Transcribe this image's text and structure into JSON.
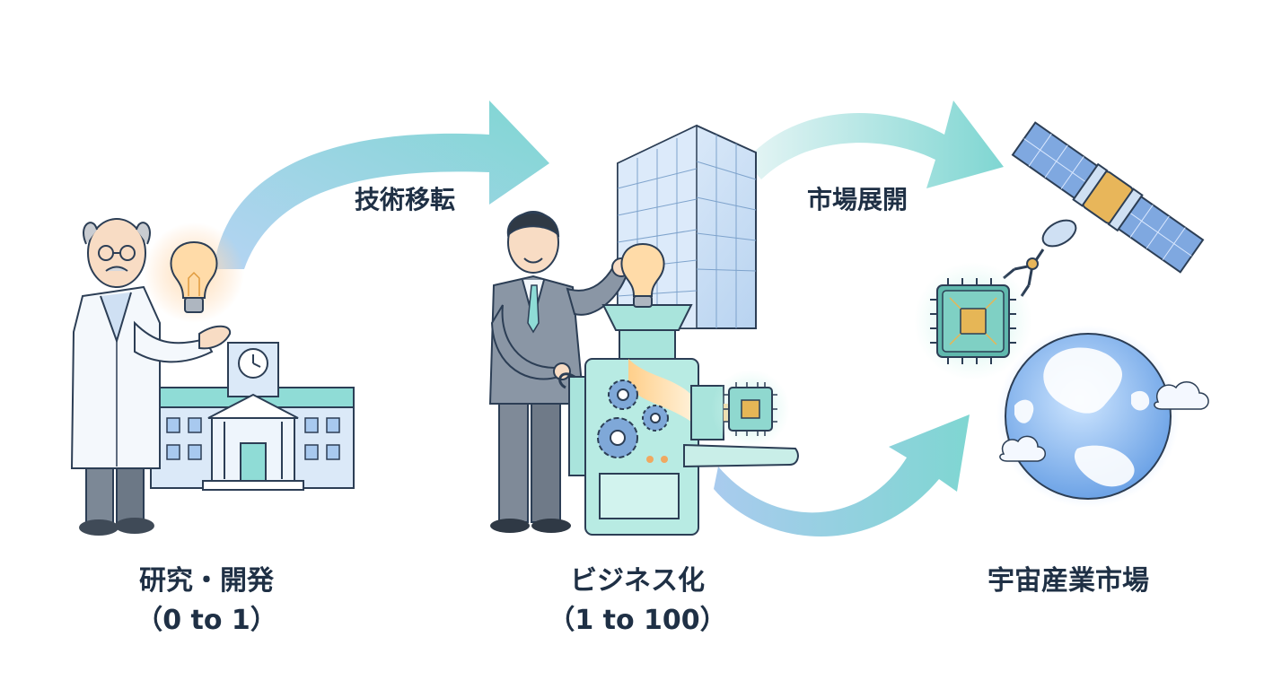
{
  "stages": [
    {
      "title": "研究・開発",
      "subtitle": "（0 to 1）"
    },
    {
      "title": "ビジネス化",
      "subtitle": "（1 to 100）"
    },
    {
      "title": "宇宙産業市場",
      "subtitle": ""
    }
  ],
  "arrows": [
    {
      "label": "技術移転"
    },
    {
      "label": "市場展開"
    }
  ],
  "icons": [
    "scientist-icon",
    "lightbulb-icon",
    "university-building-icon",
    "businessman-icon",
    "office-building-icon",
    "machine-icon",
    "gear-icon",
    "chip-icon",
    "satellite-icon",
    "earth-icon",
    "cloud-icon"
  ],
  "colors": {
    "arrow": "#7fd0d4",
    "arrow_light": "#a7cdef",
    "teal": "#8fdcd6",
    "bulb_glow": "#ffd6a8",
    "text": "#1f3045",
    "outline": "#2c3e55"
  }
}
